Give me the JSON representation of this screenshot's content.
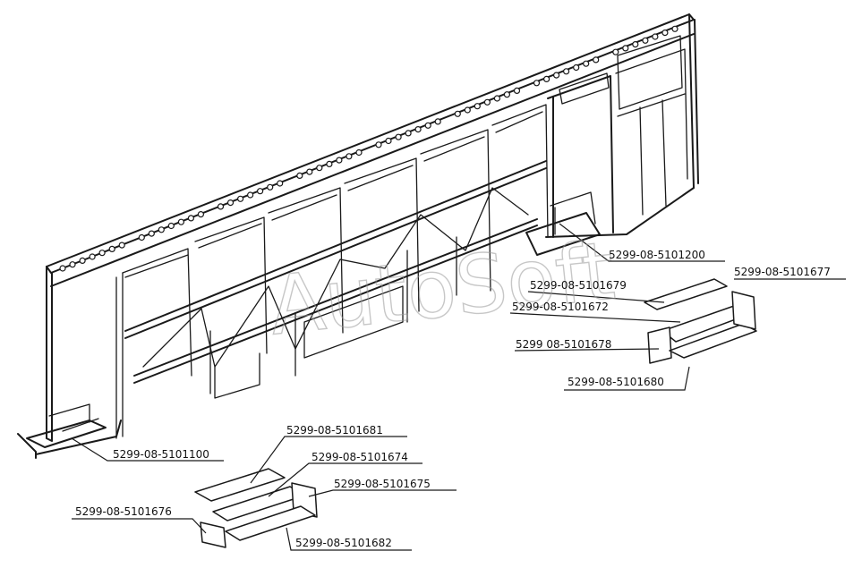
{
  "watermark": "AutoSoft",
  "labels": {
    "p1100": "5299-08-5101100",
    "p1200": "5299-08-5101200",
    "p1677": "5299-08-5101677",
    "p1679": "5299-08-5101679",
    "p1672": "5299-08-5101672",
    "p1678": "5299 08-5101678",
    "p1680": "5299-08-5101680",
    "p1681": "5299-08-5101681",
    "p1674": "5299-08-5101674",
    "p1675": "5299-08-5101675",
    "p1676": "5299-08-5101676",
    "p1682": "5299-08-5101682"
  }
}
